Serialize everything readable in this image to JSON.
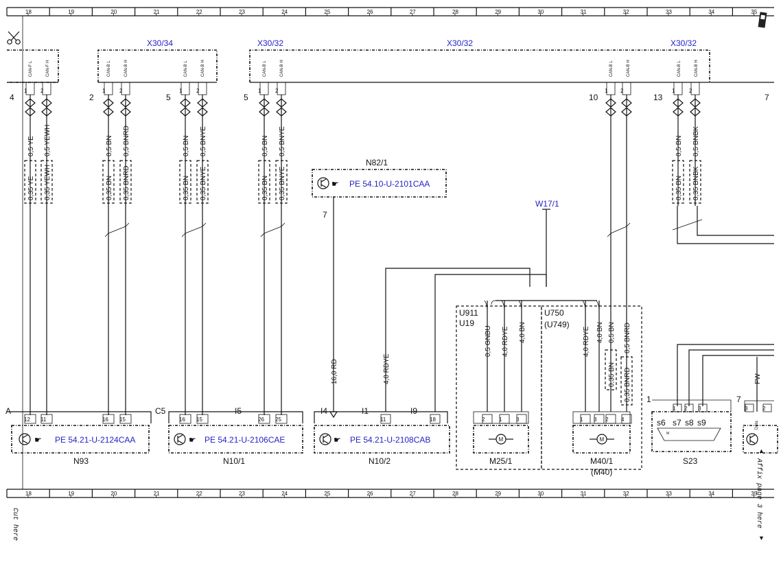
{
  "grid": {
    "columns": [
      "18",
      "19",
      "20",
      "21",
      "22",
      "23",
      "24",
      "25",
      "26",
      "27",
      "28",
      "29",
      "30",
      "31",
      "32",
      "33",
      "34",
      "35"
    ]
  },
  "margin_text": {
    "cut_here": "Cut here",
    "affix_here": "Affix page 3 here",
    "arrow_up": "▲",
    "arrow_down": "▼"
  },
  "icons": {
    "scissors": "scissors-icon",
    "transistor": "transistor-icon",
    "hand_pointer": "hand-pointer-icon",
    "motor": "motor-icon"
  },
  "connectors": {
    "x30_34": "X30/34",
    "x30_32_a": "X30/32",
    "x30_32_b": "X30/32",
    "x30_32_c": "X30/32",
    "w17_1": "W17/1",
    "n82_1": "N82/1"
  },
  "bus_pin_labels": {
    "can_f_l": "CAN-F L",
    "can_f_h": "CAN-F H",
    "can_b_l": "CAN-B L",
    "can_b_h": "CAN-B H"
  },
  "pins": {
    "p1": "1",
    "p2": "2",
    "p3": "3",
    "p4": "4",
    "p5": "5",
    "p7": "7",
    "p10": "10",
    "p11": "11",
    "p12": "12",
    "p13": "13",
    "p15": "15",
    "p16": "16",
    "p18": "18",
    "p25": "25",
    "p26": "26"
  },
  "connector_ids": {
    "c5": "C5",
    "i5": "I5",
    "i4": "I4",
    "i1": "I1",
    "i9": "I9",
    "a": "A"
  },
  "wires": {
    "ye_05": "0,5 YE",
    "yewh_05": "0,5 YEWH",
    "ye_035": "0,35 YE",
    "yewh_035": "0,35 YEWH",
    "bn_05": "0,5 BN",
    "bnrd_05": "0,5 BNRD",
    "bn_035": "0,35 BN",
    "bnrd_035": "0,35 BNRD",
    "bnye_05": "0,5 BNYE",
    "bnye_035": "0,35 BNYE",
    "bnbk_05": "0,5 BNBK",
    "bnbk_035": "0,35 BNBK",
    "rd_16": "16,0 RD",
    "rdye_4": "4,0 RDYE",
    "gnbu_05": "0,5 GNBU",
    "bn_4": "4,0 BN",
    "fw": "FW"
  },
  "splices": {
    "u911": "U911",
    "u19": "U19",
    "u750": "U750",
    "u749": "(U749)"
  },
  "components": {
    "n93": {
      "label": "N93",
      "ref": "PE 54.21-U-2124CAA"
    },
    "n10_1": {
      "label": "N10/1",
      "ref": "PE 54.21-U-2106CAE"
    },
    "n10_2": {
      "label": "N10/2",
      "ref": "PE 54.21-U-2108CAB"
    },
    "n82_1": {
      "ref": "PE 54.10-U-2101CAA"
    },
    "m25_1": {
      "label": "M25/1",
      "motor": "M"
    },
    "m40_1": {
      "label": "M40/1",
      "label2": "(M40)",
      "motor": "M"
    },
    "s23": {
      "label": "S23",
      "s6": "s6",
      "s7": "s7",
      "s8": "s8",
      "s9": "s9",
      "m": "M"
    },
    "partial": {
      "detail": "Deta"
    }
  },
  "colors": {
    "link_blue": "#2323c8",
    "ink": "#111111"
  }
}
